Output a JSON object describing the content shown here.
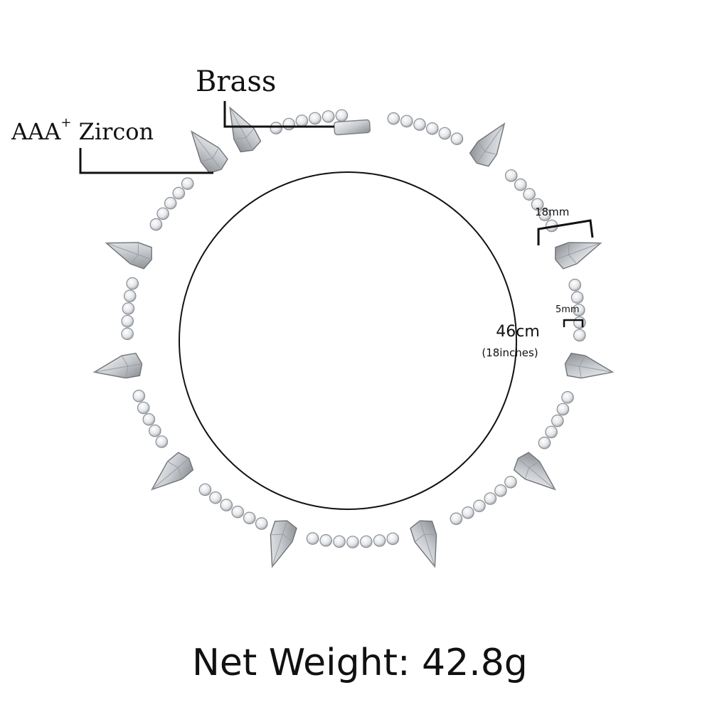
{
  "labels": {
    "material_metal": "Brass",
    "material_stone_prefix": "AAA",
    "material_stone_sup": "+",
    "material_stone_name": "Zircon",
    "length": "46cm",
    "length_inches": "(18inches)",
    "spike_width": "18mm",
    "chain_width": "5mm",
    "net_weight": "Net Weight: 42.8g"
  },
  "colors": {
    "background": "#ffffff",
    "text": "#111111",
    "silver": "#d7d9dc",
    "silver_dark": "#7f8388"
  }
}
